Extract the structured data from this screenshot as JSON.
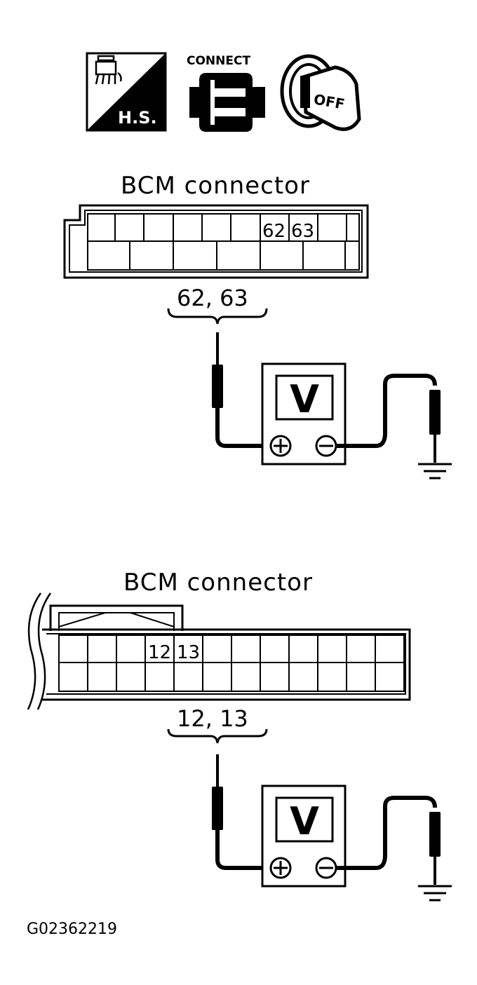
{
  "icons": {
    "hs_label": "H.S.",
    "connect_label": "CONNECT",
    "ignition_label": "OFF"
  },
  "upper": {
    "title": "BCM connector",
    "terminal_a": "62",
    "terminal_b": "63",
    "probe_label": "62, 63",
    "meter_label": "V",
    "plus_symbol": "+",
    "minus_symbol": "−"
  },
  "lower": {
    "title": "BCM connector",
    "terminal_a": "12",
    "terminal_b": "13",
    "probe_label": "12, 13",
    "meter_label": "V",
    "plus_symbol": "+",
    "minus_symbol": "−"
  },
  "figure_id": "G02362219"
}
